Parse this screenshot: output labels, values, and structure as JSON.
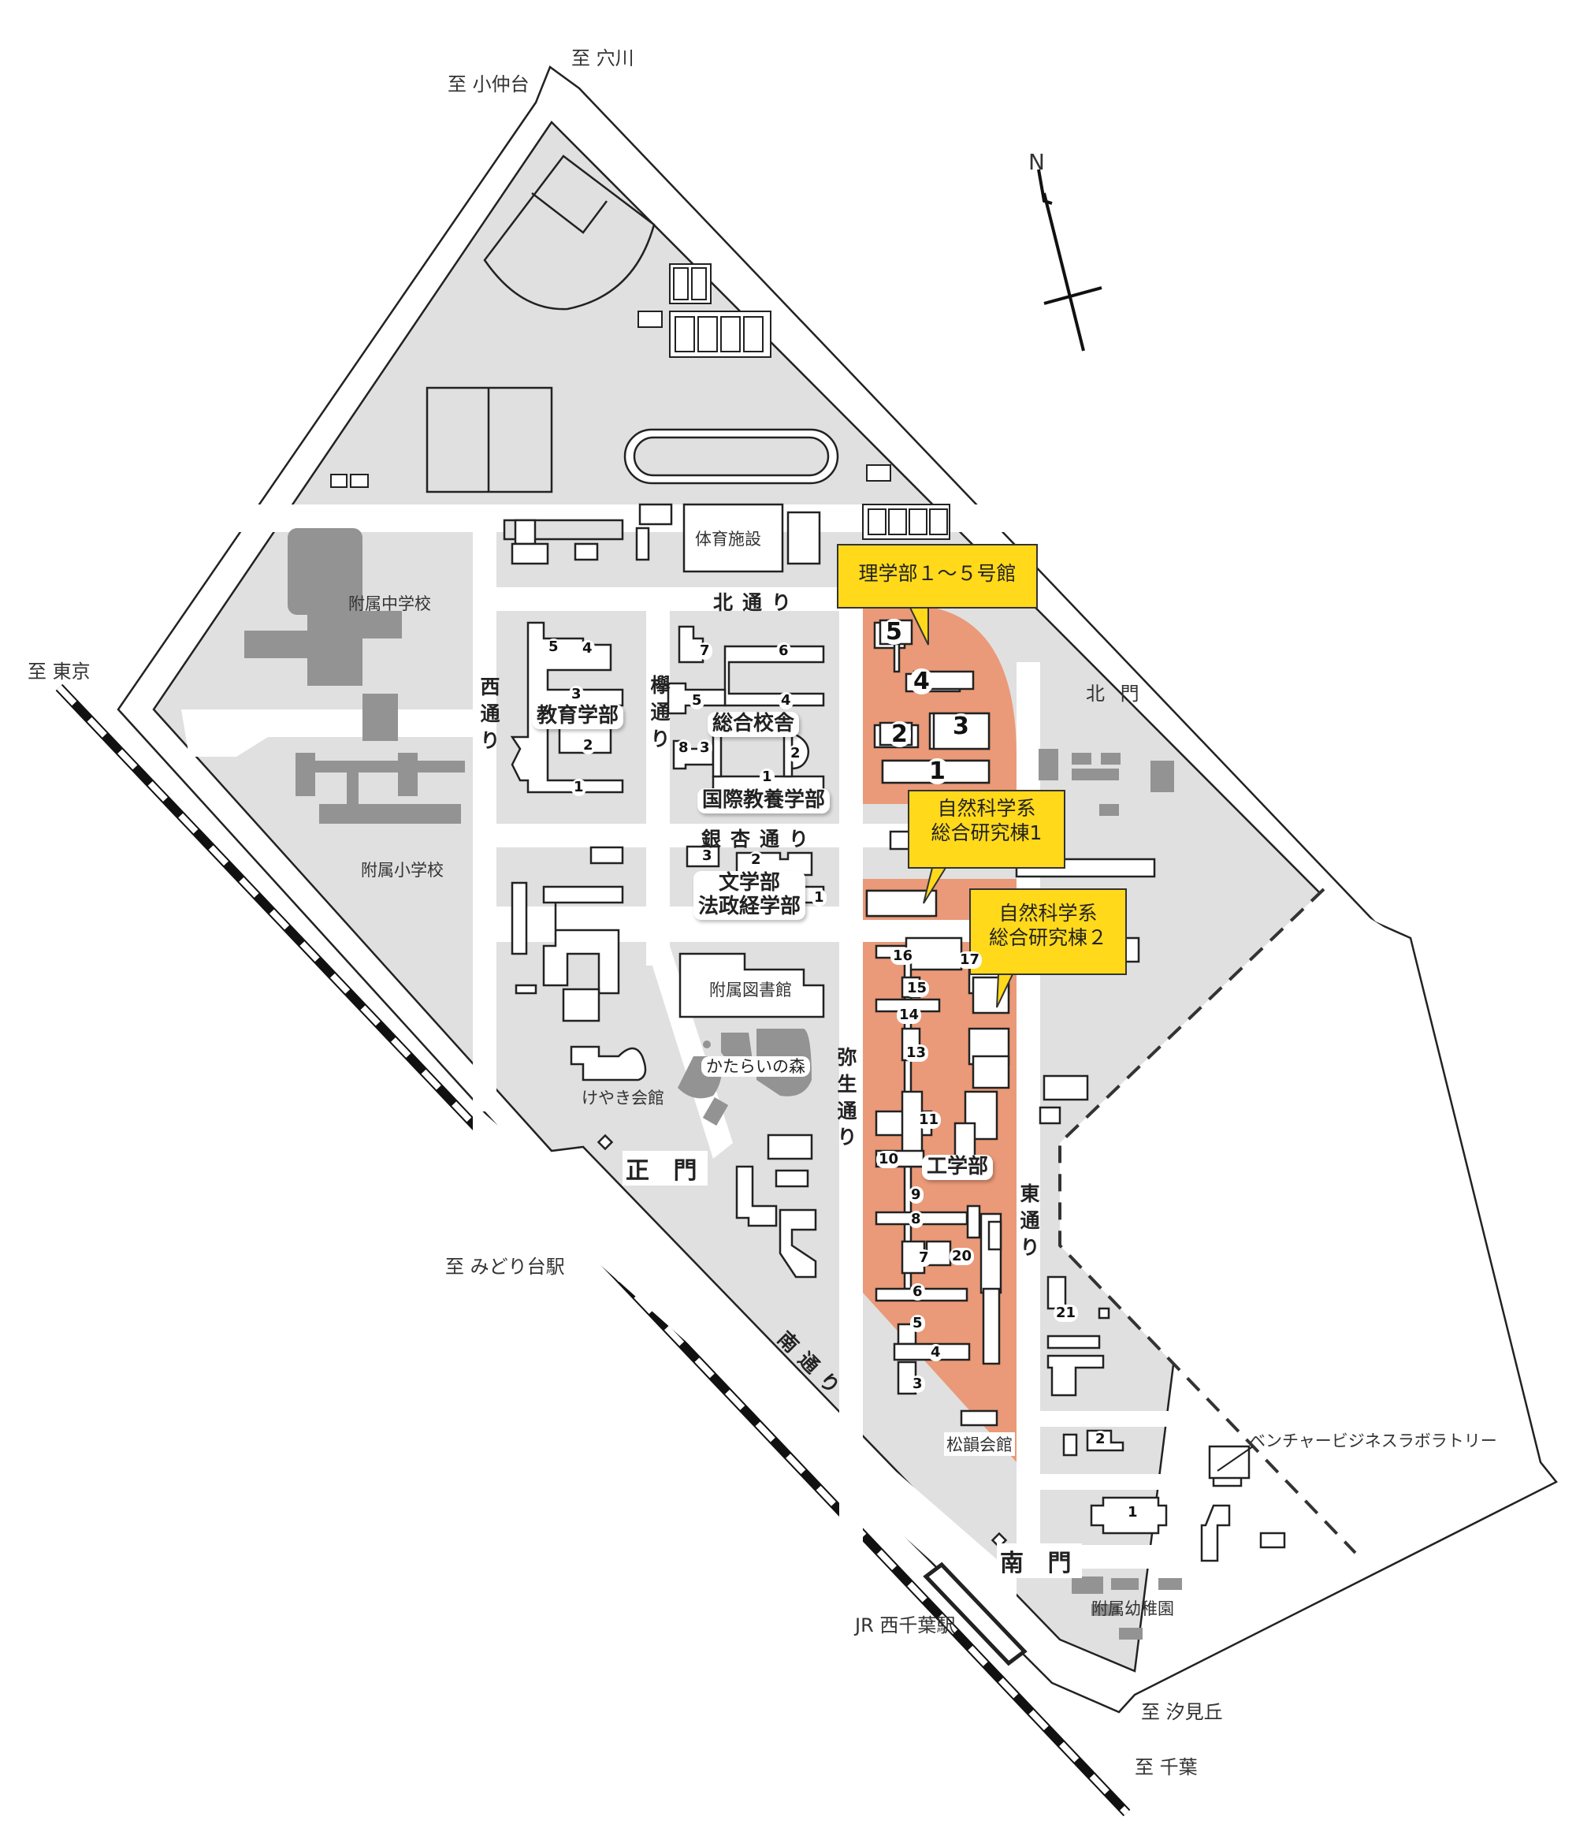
{
  "map": {
    "colors": {
      "campus_fill": "#E0E0E0",
      "highlight_fill": "#EA9A78",
      "callout_fill": "#FFD91A",
      "external_building": "#939393",
      "building_fill": "#FFFFFF",
      "outline": "#222222"
    },
    "compass": {
      "label": "N"
    },
    "directions": {
      "to_anagawa": "至 穴川",
      "to_konakadai": "至 小仲台",
      "to_tokyo": "至 東京",
      "to_midoridai": "至 みどり台駅",
      "to_shiomigaoka": "至 汐見丘",
      "to_chiba": "至 千葉"
    },
    "station": {
      "label": "JR 西千葉駅"
    },
    "gates": {
      "main": "正 門",
      "south": "南 門",
      "north": "北 門"
    },
    "roads": {
      "north": "北通り",
      "west": "西通り",
      "keyaki": "欅通り",
      "ginkgo": "銀杏通り",
      "yayoi": "弥生通り",
      "east": "東通り",
      "south": "南通り"
    },
    "callouts": {
      "science": "理学部１〜５号館",
      "research1_line1": "自然科学系",
      "research1_line2": "総合研究棟1",
      "research2_line1": "自然科学系",
      "research2_line2": "総合研究棟２"
    },
    "faculties": {
      "education": "教育学部",
      "general": "総合校舎",
      "international": "国際教養学部",
      "letters_line1": "文学部",
      "letters_line2": "法政経学部",
      "engineering": "工学部"
    },
    "facilities": {
      "sports": "体育施設",
      "jhs": "附属中学校",
      "elementary": "附属小学校",
      "library": "附属図書館",
      "forest": "かたらいの森",
      "keyaki_hall": "けやき会館",
      "shoin_hall": "松韻会館",
      "venture": "ベンチャービジネスラボラトリー",
      "kindergarten": "附属幼稚園"
    },
    "building_numbers": {
      "education": [
        "5",
        "4",
        "3",
        "2",
        "1"
      ],
      "general": [
        "7",
        "6",
        "5",
        "4",
        "8",
        "3",
        "2",
        "1"
      ],
      "letters": [
        "3",
        "2",
        "1"
      ],
      "science": [
        "5",
        "4",
        "2",
        "3",
        "1"
      ],
      "engineering": [
        "16",
        "17",
        "15",
        "14",
        "13",
        "11",
        "10",
        "9",
        "8",
        "7",
        "20",
        "6",
        "5",
        "4",
        "3"
      ],
      "east": [
        "21",
        "2",
        "1"
      ]
    }
  }
}
